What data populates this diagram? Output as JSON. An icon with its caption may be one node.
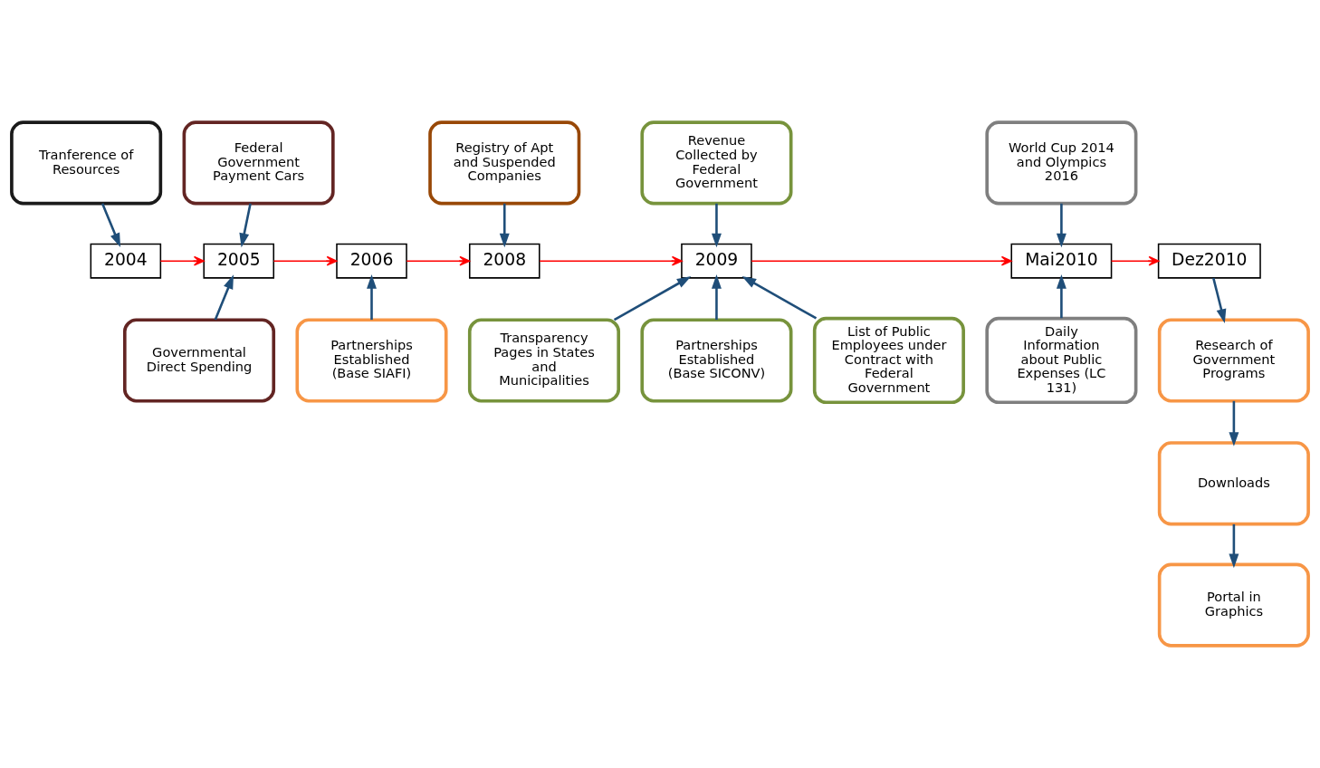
{
  "diagram": {
    "nodes": [
      {
        "text": [
          "Tranference of Resources"
        ]
      },
      {
        "text": [
          "Federal Government Payment Cars"
        ]
      },
      {
        "text": [
          "Registry of Apt and Suspended Companies"
        ]
      },
      {
        "text": [
          "Revenue Collected by Federal Government"
        ]
      },
      {
        "text": [
          "World Cup 2014 and Olympics 2016"
        ]
      },
      {
        "text": [
          "2004"
        ]
      },
      {
        "text": [
          "2005"
        ]
      },
      {
        "text": [
          "2006"
        ]
      },
      {
        "text": [
          "2008"
        ]
      },
      {
        "text": [
          "2009"
        ]
      },
      {
        "text": [
          "Mai2010"
        ]
      },
      {
        "text": [
          "Dez2010"
        ]
      },
      {
        "text": [
          "Governmental Direct Spending"
        ]
      },
      {
        "text": [
          "Partnerships Established (Base SIAFI)"
        ]
      },
      {
        "text": [
          "Transparency Pages in States and Municipalities"
        ]
      },
      {
        "text": [
          "Research of Government Programs"
        ]
      },
      {
        "text": [
          "Partnerships Established (Base SICONV)"
        ]
      },
      {
        "text": [
          "List of Public Employees under Contract with Federal Government"
        ]
      },
      {
        "text": [
          "Daily Information about Public Expenses (LC 131)"
        ]
      },
      {
        "text": [
          "Downloads"
        ]
      },
      {
        "text": [
          "Portal in Graphics"
        ]
      }
    ],
    "edges": [
      {
        "from": 0,
        "to": 5,
        "arrow": "to"
      },
      {
        "from": 1,
        "to": 6,
        "arrow": "to"
      },
      {
        "from": 2,
        "to": 8,
        "arrow": "to"
      },
      {
        "from": 3,
        "to": 9,
        "arrow": "to"
      },
      {
        "from": 4,
        "to": 10,
        "arrow": "to"
      },
      {
        "from": 5,
        "to": 6,
        "arrow": "to",
        "color": "#ff0000"
      },
      {
        "from": 6,
        "to": 7,
        "arrow": "to",
        "color": "#ff0000"
      },
      {
        "from": 7,
        "to": 8,
        "arrow": "to",
        "color": "#ff0000"
      },
      {
        "from": 8,
        "to": 9,
        "arrow": "to",
        "color": "#ff0000"
      },
      {
        "from": 9,
        "to": 10,
        "arrow": "to",
        "color": "#ff0000"
      },
      {
        "from": 10,
        "to": 11,
        "arrow": "to",
        "color": "#ff0000"
      },
      {
        "from": 12,
        "to": 6,
        "arrow": "to"
      },
      {
        "from": 13,
        "to": 7,
        "arrow": "to"
      },
      {
        "from": 16,
        "to": 9,
        "arrow": "to"
      },
      {
        "from": 17,
        "to": 9,
        "arrow": "to"
      },
      {
        "from": 14,
        "to": 9,
        "arrow": "to"
      },
      {
        "from": 18,
        "to": 10,
        "arrow": "to"
      },
      {
        "from": 11,
        "to": 15,
        "arrow": "to"
      },
      {
        "from": 15,
        "to": 19,
        "arrow": "to"
      },
      {
        "from": 19,
        "to": 20,
        "arrow": "to"
      }
    ]
  }
}
